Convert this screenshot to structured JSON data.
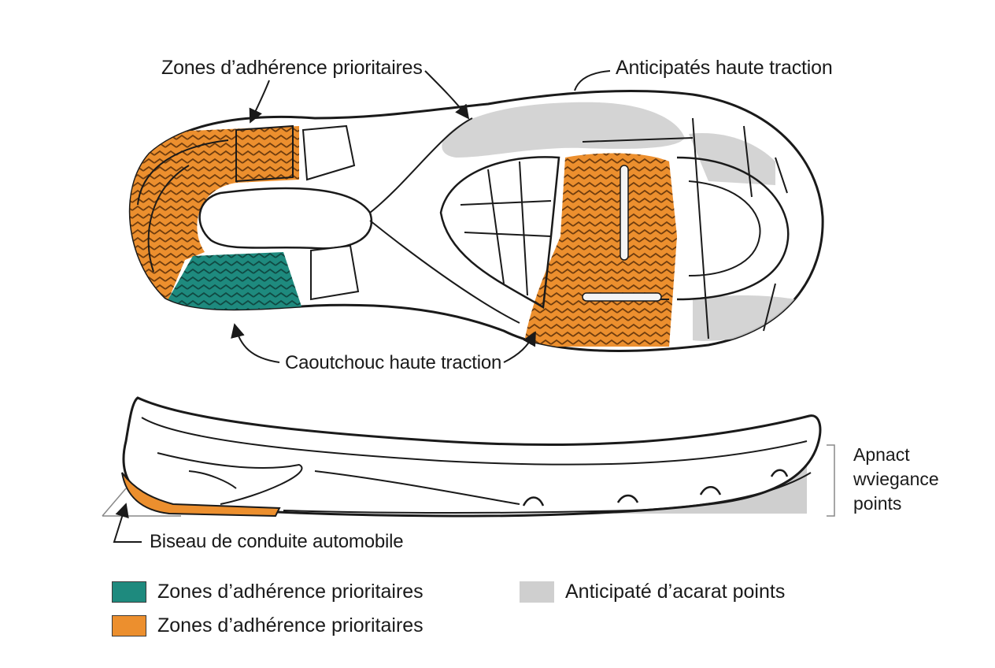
{
  "colors": {
    "teal": "#1e8a7e",
    "orange": "#ec8f2e",
    "gray_zone": "#cfcfcf",
    "outline": "#1a1a1a"
  },
  "callouts": {
    "top_left": "Zones d’adhérence prioritaires",
    "top_right": "Anticipatés haute traction",
    "middle": "Caoutchouc haute traction",
    "bottom_left": "Biseau de conduite automobile",
    "side_note": [
      "Apnact",
      "wviegance",
      "points"
    ]
  },
  "legend": [
    {
      "color": "#1e8a7e",
      "label": "Zones d’adhérence prioritaires"
    },
    {
      "color": "#ec8f2e",
      "label": "Zones d’adhérence prioritaires"
    },
    {
      "color": "#cfcfcf",
      "label": "Anticipaté d’acarat points"
    }
  ]
}
